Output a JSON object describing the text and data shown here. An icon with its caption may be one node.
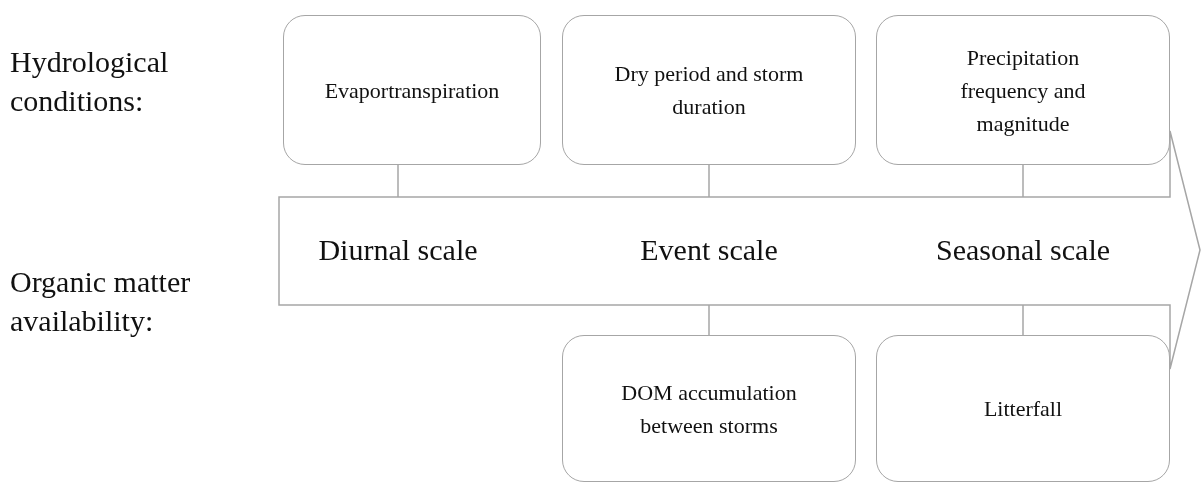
{
  "diagram": {
    "nodes": [
      {
        "text": [
          "Evaportranspiration"
        ]
      },
      {
        "text": [
          "Dry period and storm duration"
        ]
      },
      {
        "text": [
          "Precipitation frequency and magnitude"
        ]
      },
      {
        "text": [
          "Diurnal scale",
          "Event scale",
          "Seasonal scale"
        ]
      },
      {
        "text": [
          "DOM accumulation between storms"
        ]
      },
      {
        "text": [
          "Litterfall"
        ]
      }
    ],
    "edges": [
      {
        "from": 0,
        "to": 3,
        "arrow": "none"
      },
      {
        "from": 1,
        "to": 3,
        "arrow": "none"
      },
      {
        "from": 2,
        "to": 3,
        "arrow": "none"
      },
      {
        "from": 3,
        "to": 4,
        "arrow": "none"
      },
      {
        "from": 3,
        "to": 5,
        "arrow": "none"
      }
    ],
    "labels": [
      "Hydrological conditions:",
      "Organic matter availability:"
    ]
  }
}
